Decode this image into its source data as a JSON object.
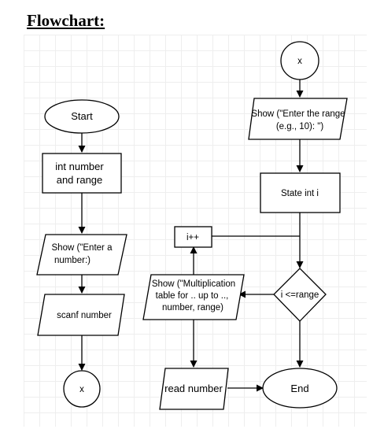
{
  "heading": "Flowchart:",
  "nodes": {
    "start": "Start",
    "int_decl": [
      "int number",
      "and range"
    ],
    "show_enter_number": [
      "Show (\"Enter a",
      "number:)"
    ],
    "scanf": "scanf number",
    "connector_left": "x",
    "connector_top": "x",
    "show_enter_range": [
      "Show (\"Enter the range",
      "(e.g., 10): \")"
    ],
    "state_int_i": "State int i",
    "increment": "i++",
    "condition": "i <=range",
    "show_table": [
      "Show (\"Multiplication",
      "table for .. up to ..,",
      "number, range)"
    ],
    "read_number": "read number",
    "end": "End"
  }
}
